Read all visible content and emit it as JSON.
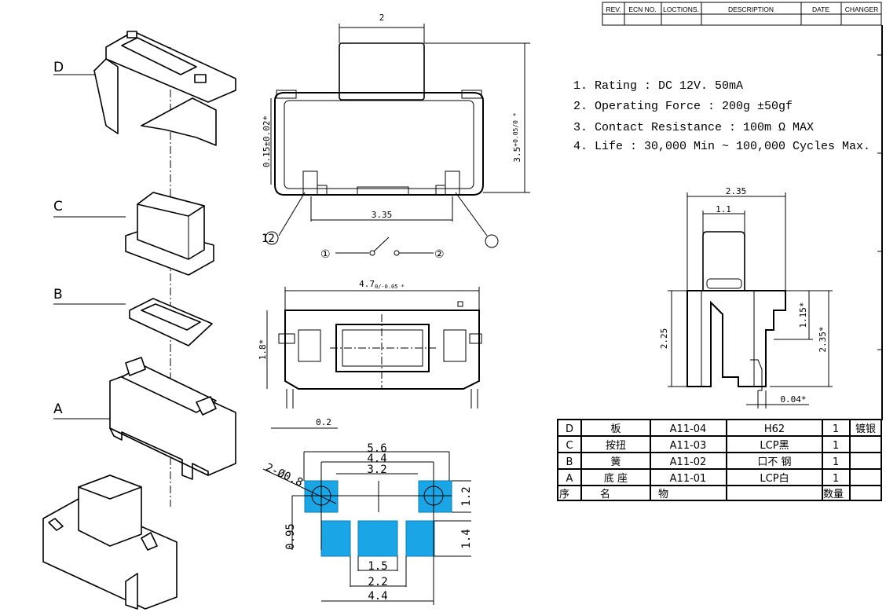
{
  "revision_table": {
    "headers": [
      "REV.",
      "ECN  NO.",
      "LOCTIONS.",
      "DESCRIPTION",
      "DATE",
      "CHANGER"
    ]
  },
  "specs": [
    "1. Rating : DC 12V. 50mA",
    "2. Operating Force : 200g ±50gf",
    "3. Contact Resistance : 100m Ω MAX",
    "4. Life : 30,000 Min ~ 100,000 Cycles Max."
  ],
  "exploded_labels": [
    "D",
    "C",
    "B",
    "A"
  ],
  "top_view": {
    "width_dim": "2",
    "height_dim": "3.5",
    "height_tol": "+0.05/0 *",
    "left_dim": "0.15±0.02*",
    "pin_span": "3.35",
    "pin_label_left": "12",
    "schematic_1": "①",
    "schematic_2": "②"
  },
  "front_view": {
    "width_dim": "4.7",
    "width_tol": "0/-0.05 *",
    "height_dim": "1.8*",
    "lead_dim": "0.2"
  },
  "side_view": {
    "top_width": "2.35",
    "button_width": "1.1",
    "left_height": "2.25",
    "right_height_1": "1.15*",
    "right_height_2": "2.35*",
    "bottom_dim": "0.04*"
  },
  "footprint": {
    "dims": [
      "5.6",
      "4.4",
      "3.2",
      "1.2",
      "0.95",
      "1.4",
      "1.5",
      "2.2",
      "4.4"
    ],
    "hole": "2-Ø0.8",
    "pad_color": "#1aa6e6"
  },
  "parts_table": {
    "rows": [
      {
        "seq": "D",
        "name": "板",
        "code": "A11-04",
        "material": "H62",
        "qty": "1",
        "note": "镀银"
      },
      {
        "seq": "C",
        "name": "按扭",
        "code": "A11-03",
        "material": "LCP黑",
        "qty": "1",
        "note": ""
      },
      {
        "seq": "B",
        "name": "簧",
        "code": "A11-02",
        "material": "口不  钢",
        "qty": "1",
        "note": ""
      },
      {
        "seq": "A",
        "name": "底 座",
        "code": "A11-01",
        "material": "LCP白",
        "qty": "1",
        "note": ""
      }
    ],
    "footer": {
      "seq": "序",
      "name": "名",
      "code": "物",
      "qty": "数量"
    }
  }
}
